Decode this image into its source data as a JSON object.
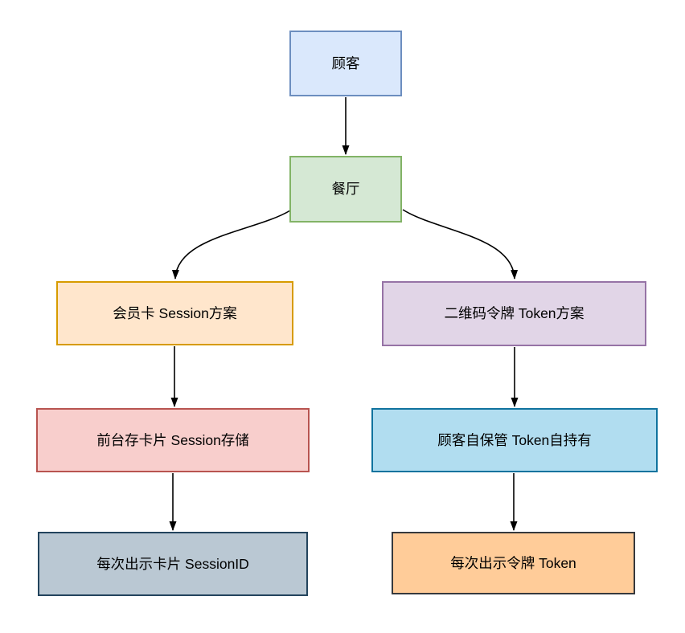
{
  "diagram": {
    "background": "#ffffff",
    "edge_color": "#000000",
    "nodes": {
      "customer": {
        "label": "顾客",
        "fill": "#dae8fc",
        "stroke": "#6c8ebf"
      },
      "restaurant": {
        "label": "餐厅",
        "fill": "#d5e8d4",
        "stroke": "#82b366"
      },
      "session_plan": {
        "label": "会员卡 Session方案",
        "fill": "#ffe6cc",
        "stroke": "#d79b00"
      },
      "token_plan": {
        "label": "二维码令牌 Token方案",
        "fill": "#e1d5e7",
        "stroke": "#9673a6"
      },
      "session_storage": {
        "label": "前台存卡片 Session存储",
        "fill": "#f8cecc",
        "stroke": "#b85450"
      },
      "token_hold": {
        "label": "顾客自保管 Token自持有",
        "fill": "#b1ddf0",
        "stroke": "#10739e"
      },
      "session_id": {
        "label": "每次出示卡片 SessionID",
        "fill": "#bac8d3",
        "stroke": "#23445d"
      },
      "token_show": {
        "label": "每次出示令牌 Token",
        "fill": "#ffcc99",
        "stroke": "#36393d"
      }
    },
    "edges": [
      {
        "from": "customer",
        "to": "restaurant"
      },
      {
        "from": "restaurant",
        "to": "session_plan"
      },
      {
        "from": "restaurant",
        "to": "token_plan"
      },
      {
        "from": "session_plan",
        "to": "session_storage"
      },
      {
        "from": "session_storage",
        "to": "session_id"
      },
      {
        "from": "token_plan",
        "to": "token_hold"
      },
      {
        "from": "token_hold",
        "to": "token_show"
      }
    ]
  }
}
